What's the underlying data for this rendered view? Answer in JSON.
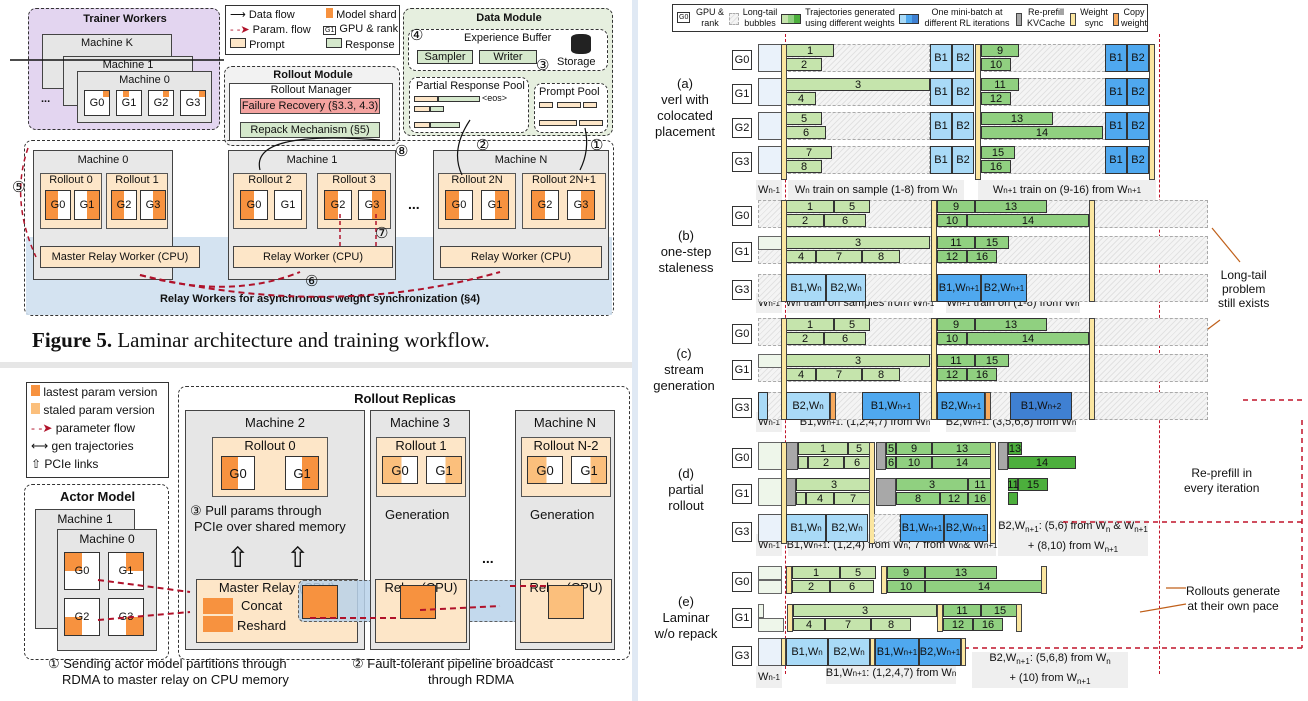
{
  "fig5": {
    "trainer_title": "Trainer Workers",
    "machine_k": "Machine K",
    "machine_1": "Machine 1",
    "machine_0": "Machine 0",
    "gpus": [
      "G0",
      "G1",
      "G2",
      "G3"
    ],
    "ellipsis": "...",
    "legend": {
      "data_flow": "Data flow",
      "param_flow": "Param. flow",
      "prompt": "Prompt",
      "model_shard": "Model shard",
      "gpu_rank": "GPU & rank",
      "gpu_rank_icon": "G1",
      "response": "Response"
    },
    "data_module": {
      "title": "Data Module",
      "experience_buffer": "Experience Buffer",
      "sampler": "Sampler",
      "writer": "Writer",
      "storage": "Storage",
      "partial_pool": "Partial Response Pool",
      "eos": "<eos>",
      "prompt_pool": "Prompt Pool"
    },
    "rollout_module": {
      "title": "Rollout Module",
      "manager": "Rollout Manager",
      "failure": "Failure Recovery (§3.3, 4.3)",
      "repack": "Repack Mechanism (§5)"
    },
    "machines": [
      {
        "name": "Machine 0",
        "rollouts": [
          {
            "name": "Rollout 0",
            "gpus": [
              "G0",
              "G1"
            ]
          },
          {
            "name": "Rollout 1",
            "gpus": [
              "G2",
              "G3"
            ]
          }
        ],
        "relay": "Master Relay Worker (CPU)"
      },
      {
        "name": "Machine 1",
        "rollouts": [
          {
            "name": "Rollout 2",
            "gpus": [
              "G0",
              "G1"
            ]
          },
          {
            "name": "Rollout 3",
            "gpus": [
              "G2",
              "G3"
            ]
          }
        ],
        "relay": "Relay Worker (CPU)"
      },
      {
        "name": "Machine N",
        "rollouts": [
          {
            "name": "Rollout 2N",
            "gpus": [
              "G0",
              "G1"
            ]
          },
          {
            "name": "Rollout 2N+1",
            "gpus": [
              "G2",
              "G3"
            ]
          }
        ],
        "relay": "Relay Worker (CPU)"
      }
    ],
    "relay_band": "Relay Workers for asynchronous weight synchronization (§4)",
    "steps": [
      "①",
      "②",
      "③",
      "④",
      "⑤",
      "⑥",
      "⑦",
      "⑧"
    ],
    "caption_bold": "Figure 5.",
    "caption_text": " Laminar architecture and training workflow."
  },
  "fig_bottom": {
    "legend": {
      "latest": "lastest param version",
      "staled": "staled param version",
      "param_flow": "parameter flow",
      "gen": "gen trajectories",
      "pcie": "PCIe links"
    },
    "actor_title": "Actor Model",
    "machine_1": "Machine 1",
    "machine_0": "Machine 0",
    "gpus": [
      "G0",
      "G1",
      "G2",
      "G3"
    ],
    "replicas_title": "Rollout Replicas",
    "machines": [
      {
        "name": "Machine 2",
        "rollout": "Rollout 0",
        "gpus": [
          "G0",
          "G1"
        ],
        "relay": "Master Relay (CPU)"
      },
      {
        "name": "Machine 3",
        "rollout": "Rollout 1",
        "gpus": [
          "G0",
          "G1"
        ],
        "relay": "Relay (CPU)",
        "gen": "Generation"
      },
      {
        "name": "Machine N",
        "rollout": "Rollout N-2",
        "gpus": [
          "G0",
          "G1"
        ],
        "relay": "Relay (CPU)",
        "gen": "Generation"
      }
    ],
    "pull_note_1": "③ Pull params through",
    "pull_note_2": "PCIe over shared memory",
    "concat": "Concat",
    "reshard": "Reshard",
    "ellipsis": "...",
    "step1_l1": "① Sending actor model partitions through",
    "step1_l2": "RDMA to master relay on CPU memory",
    "step2_l1": "② Fault-tolerant pipeline broadcast",
    "step2_l2": "through RDMA"
  },
  "timeline": {
    "legend": {
      "gpu_icon": "G0",
      "gpu": "GPU & rank",
      "longtail": "Long-tail bubbles",
      "traj": "Trajectories generated using different weights",
      "minibatch": "One mini-batch at different RL iterations",
      "reprefill": "Re-prefill KVCache",
      "weightsync": "Weight sync",
      "copy": "Copy weight"
    },
    "a": {
      "label": [
        "(a)",
        "verl with",
        "colocated",
        "placement"
      ],
      "gpus": [
        "G0",
        "G1",
        "G2",
        "G3"
      ],
      "cap0": "Wn-1",
      "cap1": "Wn train on sample (1-8) from Wn",
      "cap2": "Wn+1 train on (9-16) from Wn+1",
      "bars1": [
        [
          "1",
          "2"
        ],
        [
          "3",
          "4"
        ],
        [
          "5",
          "6"
        ],
        [
          "7",
          "8"
        ]
      ],
      "bars2": [
        [
          "9",
          "10"
        ],
        [
          "11",
          "12"
        ],
        [
          "13",
          "14"
        ],
        [
          "15",
          "16"
        ]
      ],
      "b1": "B1",
      "b2": "B2"
    },
    "b": {
      "label": [
        "(b)",
        "one-step",
        "staleness"
      ],
      "gpus": [
        "G0",
        "G1",
        "G3"
      ],
      "cap0": "Wn-1",
      "cap1": "Wn train on samples from Wn-1",
      "cap2": "Wn+1 train on (1-8) from Wn",
      "g0r1": [
        "1",
        "5"
      ],
      "g0r2": [
        "2",
        "6"
      ],
      "g0r3": [
        "9",
        "13"
      ],
      "g0r4": [
        "10",
        "14"
      ],
      "g1r1": [
        "3"
      ],
      "g1r2": [
        "4",
        "7",
        "8"
      ],
      "g1r3": [
        "11",
        "15"
      ],
      "g1r4": [
        "12",
        "16"
      ],
      "batches": [
        "B1,Wn",
        "B2,Wn",
        "B1,Wn+1",
        "B2,Wn+1"
      ],
      "note": [
        "Long-tail",
        "problem",
        "still exists"
      ]
    },
    "c": {
      "label": [
        "(c)",
        "stream",
        "generation"
      ],
      "gpus": [
        "G0",
        "G1",
        "G3"
      ],
      "cap0": "Wn-1",
      "cap1": "B1,Wn+1: (1,2,4,7) from Wn",
      "cap2": "B2,Wn+1: (3,5,6,8) from Wn",
      "batches": [
        "B2,Wn",
        "B1,Wn+1",
        "B2,Wn+1",
        "B1,Wn+2"
      ]
    },
    "d": {
      "label": [
        "(d)",
        "partial",
        "rollout"
      ],
      "gpus": [
        "G0",
        "G1",
        "G3"
      ],
      "cap0": "Wn-1",
      "cap1": "B1,Wn+1: (1,2,4) from Wn ; 7 from Wn & Wn+1",
      "cap2a": "B2,Wn+1: (5,6) from Wn & Wn+1",
      "cap2b": "+ (8,10) from Wn+1",
      "batches": [
        "B1,Wn",
        "B2,Wn",
        "B1,Wn+1",
        "B2,Wn+1"
      ],
      "note": [
        "Re-prefill in",
        "every iteration"
      ]
    },
    "e": {
      "label": [
        "(e)",
        "Laminar",
        "w/o repack"
      ],
      "gpus": [
        "G0",
        "G1",
        "G3"
      ],
      "cap0": "Wn-1",
      "cap1": "B1,Wn+1: (1,2,4,7) from Wn",
      "cap2a": "B2,Wn+1: (5,6,8) from Wn",
      "cap2b": "+  (10) from Wn+1",
      "batches": [
        "B1,Wn",
        "B2,Wn",
        "B1,Wn+1",
        "B2,Wn+1"
      ],
      "note": [
        "Rollouts generate",
        "at their own pace"
      ]
    }
  }
}
